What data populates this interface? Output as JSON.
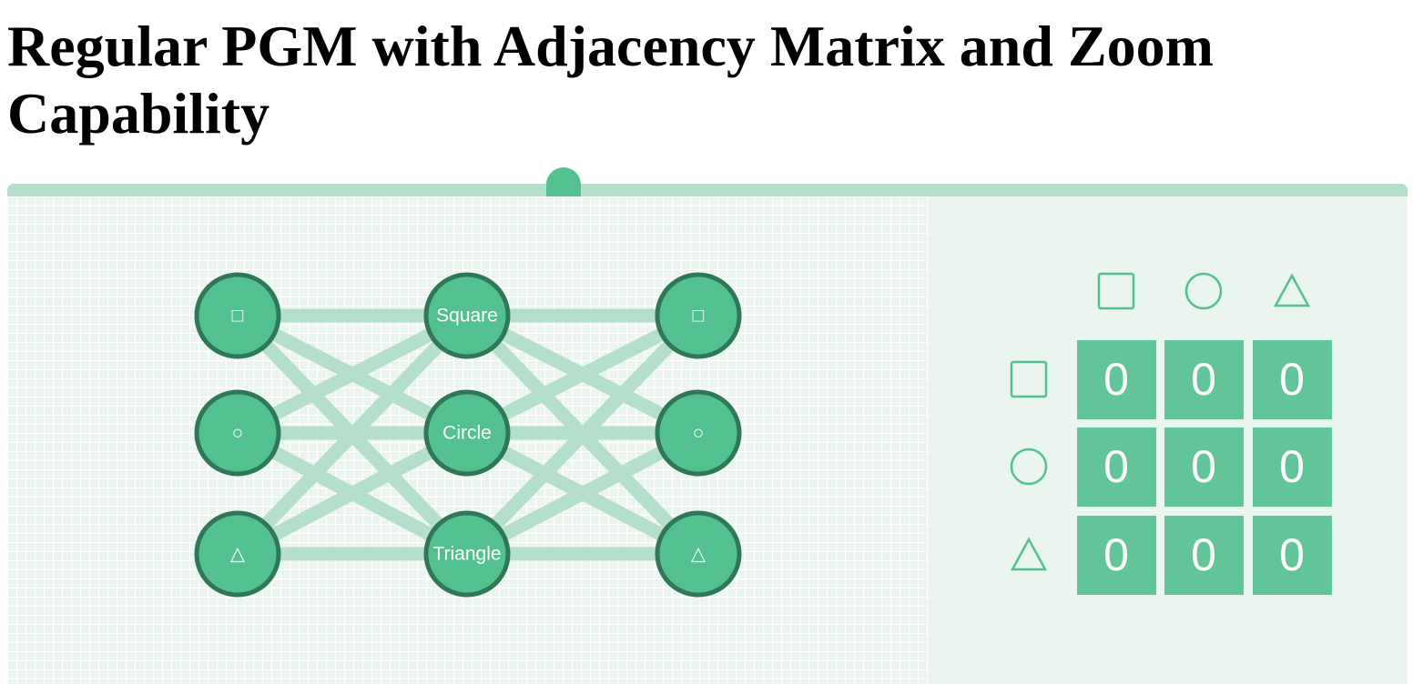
{
  "title": "Regular PGM with Adjacency Matrix and Zoom Capability",
  "zoom_slider": {
    "value": 0.4
  },
  "colors": {
    "node_fill": "#52c18f",
    "node_stroke": "#2f7756",
    "edge": "#b4dfcb",
    "panel_bg": "#eaf5f0",
    "cell": "#62c59a",
    "header_icon": "#52c18f"
  },
  "graph": {
    "nodes": [
      {
        "id": "l-sq",
        "label": "□",
        "kind": "symbol",
        "icon": "square-icon"
      },
      {
        "id": "l-ci",
        "label": "○",
        "kind": "symbol",
        "icon": "circle-icon"
      },
      {
        "id": "l-tr",
        "label": "△",
        "kind": "symbol",
        "icon": "triangle-icon"
      },
      {
        "id": "m-sq",
        "label": "Square",
        "kind": "text"
      },
      {
        "id": "m-ci",
        "label": "Circle",
        "kind": "text"
      },
      {
        "id": "m-tr",
        "label": "Triangle",
        "kind": "text"
      },
      {
        "id": "r-sq",
        "label": "□",
        "kind": "symbol",
        "icon": "square-icon"
      },
      {
        "id": "r-ci",
        "label": "○",
        "kind": "symbol",
        "icon": "circle-icon"
      },
      {
        "id": "r-tr",
        "label": "△",
        "kind": "symbol",
        "icon": "triangle-icon"
      }
    ],
    "edges": [
      [
        "l-sq",
        "m-sq"
      ],
      [
        "l-sq",
        "m-ci"
      ],
      [
        "l-sq",
        "m-tr"
      ],
      [
        "l-ci",
        "m-sq"
      ],
      [
        "l-ci",
        "m-ci"
      ],
      [
        "l-ci",
        "m-tr"
      ],
      [
        "l-tr",
        "m-sq"
      ],
      [
        "l-tr",
        "m-ci"
      ],
      [
        "l-tr",
        "m-tr"
      ],
      [
        "m-sq",
        "r-sq"
      ],
      [
        "m-sq",
        "r-ci"
      ],
      [
        "m-sq",
        "r-tr"
      ],
      [
        "m-ci",
        "r-sq"
      ],
      [
        "m-ci",
        "r-ci"
      ],
      [
        "m-ci",
        "r-tr"
      ],
      [
        "m-tr",
        "r-sq"
      ],
      [
        "m-tr",
        "r-ci"
      ],
      [
        "m-tr",
        "r-tr"
      ]
    ]
  },
  "matrix": {
    "column_headers": [
      "square-icon",
      "circle-icon",
      "triangle-icon"
    ],
    "row_headers": [
      "square-icon",
      "circle-icon",
      "triangle-icon"
    ],
    "values": [
      [
        "0",
        "0",
        "0"
      ],
      [
        "0",
        "0",
        "0"
      ],
      [
        "0",
        "0",
        "0"
      ]
    ]
  }
}
